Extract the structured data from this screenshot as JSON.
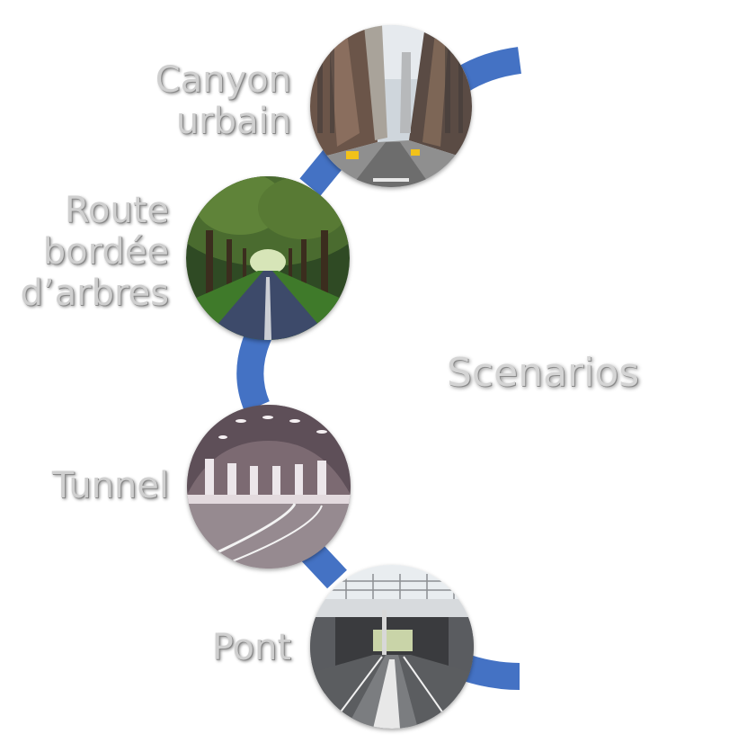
{
  "title": "Scenarios",
  "accent_color": "#4472c4",
  "scenarios": [
    {
      "label": "Canyon\nurbain",
      "image": "city-street-photo"
    },
    {
      "label": "Route\nbordée\nd’arbres",
      "image": "tree-lined-road-photo"
    },
    {
      "label": "Tunnel",
      "image": "tunnel-photo"
    },
    {
      "label": "Pont",
      "image": "bridge-underpass-photo"
    }
  ]
}
